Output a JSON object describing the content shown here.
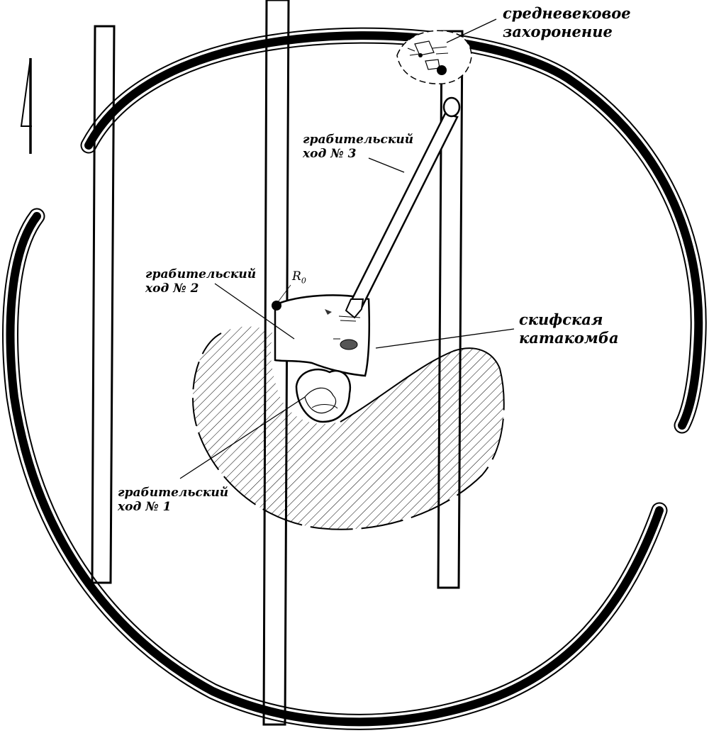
{
  "labels": {
    "burial_line1": "средневековое",
    "burial_line2": "захоронение",
    "tunnel3_line1": "грабительский",
    "tunnel3_line2": "ход № 3",
    "tunnel2_line1": "грабительский",
    "tunnel2_line2": "ход № 2",
    "tunnel1_line1": "грабительский",
    "tunnel1_line2": "ход № 1",
    "catacomb_line1": "скифская",
    "catacomb_line2": "катакомба",
    "r0_main": "R",
    "r0_sub": "0"
  },
  "colors": {
    "ink": "#000000",
    "paper": "#ffffff"
  }
}
